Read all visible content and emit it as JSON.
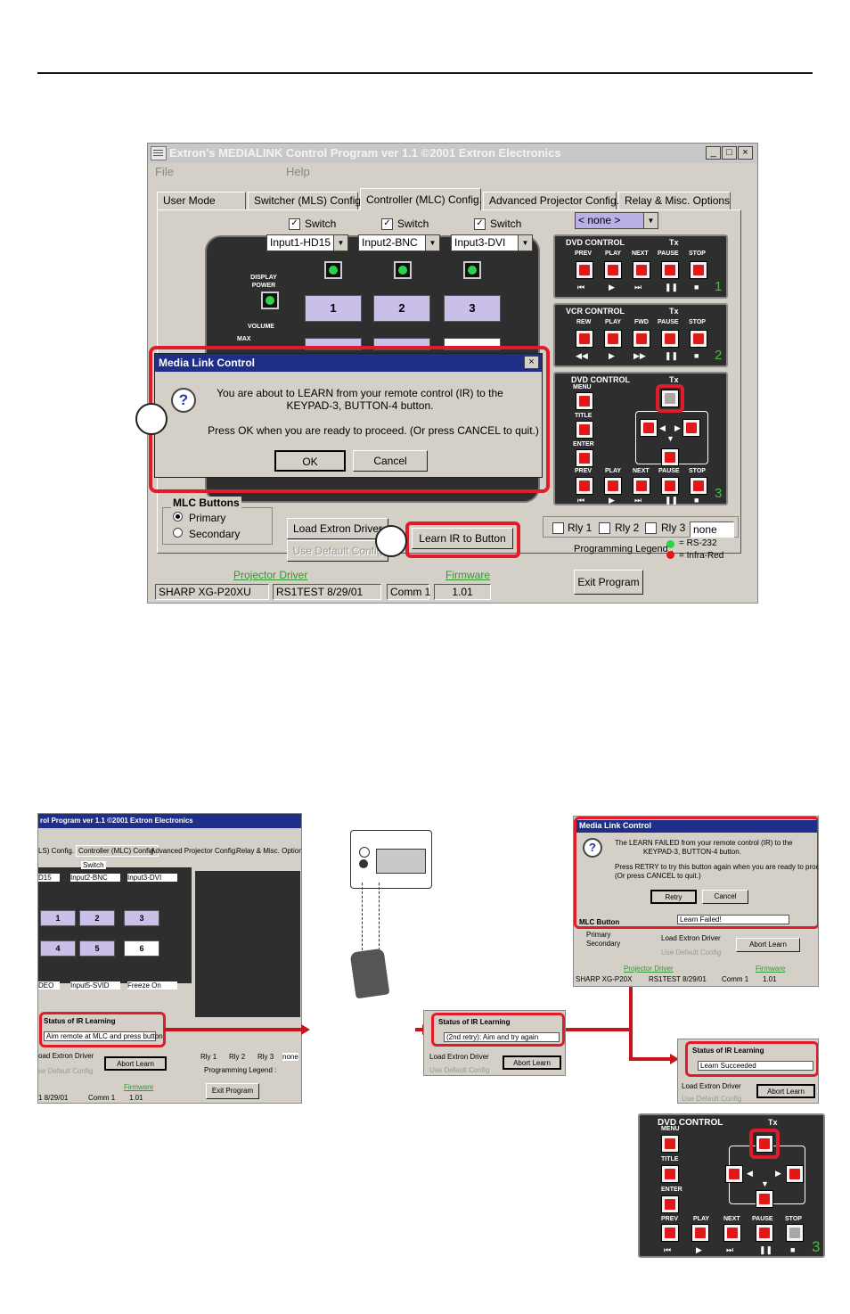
{
  "window": {
    "title": "Extron's MEDIALINK Control Program    ver 1.1    ©2001 Extron Electronics",
    "controls": [
      "_",
      "□",
      "×"
    ],
    "menu": [
      "File",
      "Help"
    ]
  },
  "tabs": [
    "User Mode",
    "Switcher (MLS) Config.",
    "Controller (MLC) Config.",
    "Advanced Projector Config.",
    "Relay & Misc. Options"
  ],
  "inputs": {
    "switch_label": "Switch",
    "selects": [
      "Input1-HD15",
      "Input2-BNC",
      "Input3-DVI"
    ],
    "none_select": "< none >"
  },
  "keypad": {
    "display_power": "DISPLAY POWER",
    "volume": "VOLUME",
    "max": "MAX",
    "buttons": [
      "1",
      "2",
      "3"
    ]
  },
  "dvd_control": {
    "title": "DVD CONTROL",
    "tx": "Tx",
    "labels": [
      "PREV",
      "PLAY",
      "NEXT",
      "PAUSE",
      "STOP"
    ],
    "symbols": [
      "⏮",
      "▶",
      "⏭",
      "❚❚",
      "■"
    ],
    "number": "1"
  },
  "vcr_control": {
    "title": "VCR CONTROL",
    "tx": "Tx",
    "labels": [
      "REW",
      "PLAY",
      "FWD",
      "PAUSE",
      "STOP"
    ],
    "symbols": [
      "◀◀",
      "▶",
      "▶▶",
      "❚❚",
      "■"
    ],
    "number": "2"
  },
  "dvd_control2": {
    "title": "DVD CONTROL",
    "tx": "Tx",
    "side_labels": [
      "MENU",
      "TITLE",
      "ENTER"
    ],
    "labels": [
      "PREV",
      "PLAY",
      "NEXT",
      "PAUSE",
      "STOP"
    ],
    "symbols": [
      "⏮",
      "▶",
      "⏭",
      "❚❚",
      "■"
    ],
    "number": "3"
  },
  "dialog": {
    "title": "Media Link Control",
    "line1": "You are about to LEARN from your remote control (IR) to the",
    "line2": "KEYPAD-3, BUTTON-4 button.",
    "line3": "Press OK when you are ready to proceed. (Or press CANCEL to quit.)",
    "ok": "OK",
    "cancel": "Cancel"
  },
  "mlc_buttons": {
    "title": "MLC Buttons",
    "primary": "Primary",
    "secondary": "Secondary"
  },
  "actions": {
    "load_driver": "Load Extron Driver",
    "use_default": "Use Default Config",
    "learn_ir": "Learn IR to Button",
    "exit": "Exit Program"
  },
  "relays": {
    "rly1": "Rly 1",
    "rly2": "Rly 2",
    "rly3": "Rly 3",
    "none": "none"
  },
  "legend": {
    "label": "Programming Legend :",
    "rs232": "= RS-232",
    "ir": "= Infra-Red"
  },
  "footer": {
    "projector_driver": "Projector Driver",
    "firmware": "Firmware",
    "model": "SHARP XG-P20XU",
    "rs": "RS1TEST 8/29/01",
    "comm": "Comm 1",
    "fw_version": "1.01"
  },
  "bottom": {
    "snap1_title": "rol Program    ver 1.1    ©2001 Extron Electronics",
    "snap1_tabs": [
      "LS) Config.",
      "Controller (MLC) Config.",
      "Advanced Projector Config.",
      "Relay & Misc. Options"
    ],
    "snap1_selects": [
      "D15",
      "Input2-BNC",
      "Input3-DVI",
      "DEO",
      "Input5-SVID",
      "Freeze On"
    ],
    "snap1_switch": "Switch",
    "snap1_buttons": [
      "1",
      "2",
      "3",
      "4",
      "5",
      "6"
    ],
    "status_title": "Status of IR Learning",
    "status1": "Aim remote at MLC and press button",
    "status2": "(2nd retry): Aim and try again",
    "status3": "Learn Succeeded",
    "status_fail": "Learn Failed!",
    "abort": "Abort Learn",
    "load_driver_short": "oad Extron Driver",
    "default_short": "se Default Config",
    "snap1_rly": [
      "Rly 1",
      "Rly 2",
      "Rly 3",
      "none"
    ],
    "snap1_legend": "Programming Legend :",
    "snap1_footer": [
      "1 8/29/01",
      "Comm 1",
      "1.01"
    ],
    "snap1_firmware": "Firmware",
    "snap1_exit": "Exit Program",
    "fail_title": "Media Link Control",
    "fail_line1": "The LEARN FAILED from your remote control (IR) to the",
    "fail_line2": "KEYPAD-3, BUTTON-4 button.",
    "fail_line3": "Press RETRY to try this button again when you are ready to proceed.",
    "fail_line4": "(Or press CANCEL to quit.)",
    "retry": "Retry",
    "cancel": "Cancel",
    "mlc_short": "MLC Button",
    "primary_short": "Primary",
    "secondary_short": "Secondary",
    "projector_driver": "Projector Driver",
    "firmware": "Firmware",
    "fail_footer": [
      "SHARP XG-P20X",
      "RS1TEST 8/29/01",
      "Comm 1",
      "1.01"
    ],
    "load_driver": "Load Extron Driver",
    "use_default": "Use Default Config",
    "big_dvd_title": "DVD CONTROL",
    "big_tx": "Tx",
    "big_side": [
      "MENU",
      "TITLE",
      "ENTER"
    ],
    "big_labels": [
      "PREV",
      "PLAY",
      "NEXT",
      "PAUSE",
      "STOP"
    ],
    "big_symbols": [
      "⏮",
      "▶",
      "⏭",
      "❚❚",
      "■"
    ],
    "big_number": "3"
  }
}
